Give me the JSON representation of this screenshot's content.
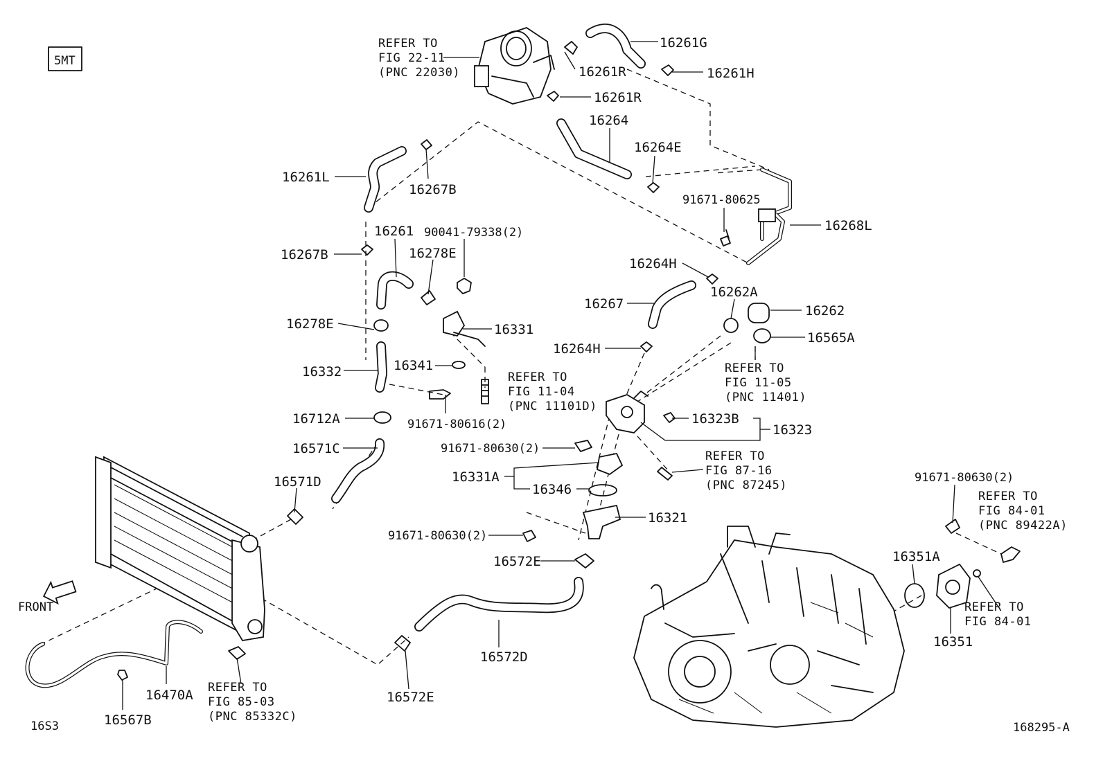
{
  "variant": "5MT",
  "front_label": "FRONT",
  "page_code": "16S3",
  "figure_id": "168295-A",
  "callouts": {
    "p16261G": "16261G",
    "p16261R_a": "16261R",
    "p16261H": "16261H",
    "p16261R_b": "16261R",
    "p16264": "16264",
    "p16264E": "16264E",
    "p16261L": "16261L",
    "p16267B_a": "16267B",
    "p91671_80625": "91671-80625",
    "p16268L": "16268L",
    "p16261": "16261",
    "p90041_79338": "90041-79338(2)",
    "p16267B_b": "16267B",
    "p16278E_a": "16278E",
    "p16264H_a": "16264H",
    "p16267": "16267",
    "p16262A": "16262A",
    "p16262": "16262",
    "p16278E_b": "16278E",
    "p16331": "16331",
    "p16565A": "16565A",
    "p16264H_b": "16264H",
    "p16332": "16332",
    "p16341": "16341",
    "p16712A": "16712A",
    "p91671_80616": "91671-80616(2)",
    "p16323B": "16323B",
    "p16323": "16323",
    "p16571C": "16571C",
    "p91671_80630_a": "91671-80630(2)",
    "p16331A": "16331A",
    "p16571D": "16571D",
    "p16346": "16346",
    "p91671_80630_b": "91671-80630(2)",
    "p16321": "16321",
    "p91671_80630_c": "91671-80630(2)",
    "p16351A": "16351A",
    "p16572E_a": "16572E",
    "p16572D": "16572D",
    "p16351": "16351",
    "p16470A": "16470A",
    "p16567B": "16567B",
    "p16572E_b": "16572E"
  },
  "references": {
    "fig22_11": [
      "REFER TO",
      "FIG 22-11",
      "(PNC 22030)"
    ],
    "fig11_04": [
      "REFER TO",
      "FIG 11-04",
      "(PNC 11101D)"
    ],
    "fig11_05": [
      "REFER TO",
      "FIG 11-05",
      "(PNC 11401)"
    ],
    "fig87_16": [
      "REFER TO",
      "FIG 87-16",
      "(PNC 87245)"
    ],
    "fig84_01a": [
      "REFER TO",
      "FIG 84-01",
      "(PNC 89422A)"
    ],
    "fig84_01b": [
      "REFER TO",
      "FIG 84-01"
    ],
    "fig85_03": [
      "REFER TO",
      "FIG 85-03",
      "(PNC 85332C)"
    ]
  }
}
